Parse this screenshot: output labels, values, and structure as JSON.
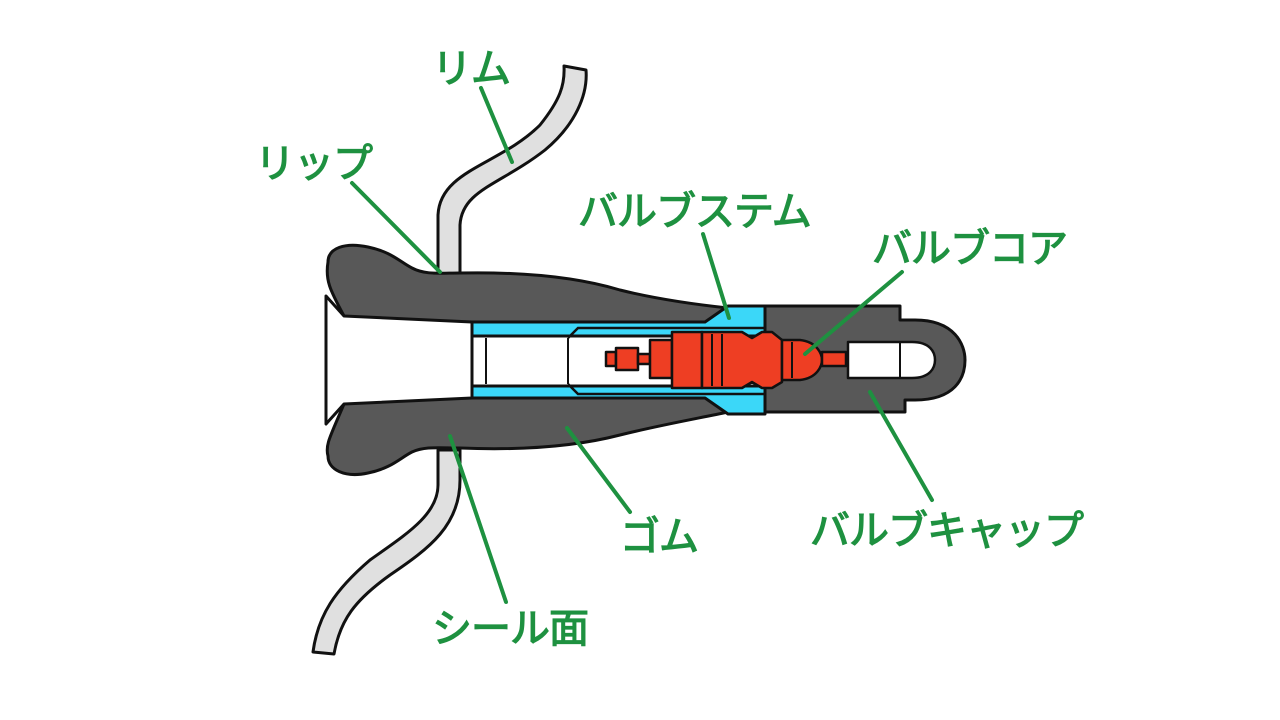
{
  "colors": {
    "label": "#1e9140",
    "leader": "#1e9140",
    "rubber": "#585858",
    "stem": "#3bd7f8",
    "core": "#ee3e23",
    "rim": "#e0e0e0",
    "outline": "#111111",
    "background": "#ffffff"
  },
  "labels": {
    "rim": "リム",
    "lip": "リップ",
    "valve_stem": "バルブステム",
    "valve_core": "バルブコア",
    "rubber": "ゴム",
    "valve_cap": "バルブキャップ",
    "seal_surface": "シール面"
  }
}
